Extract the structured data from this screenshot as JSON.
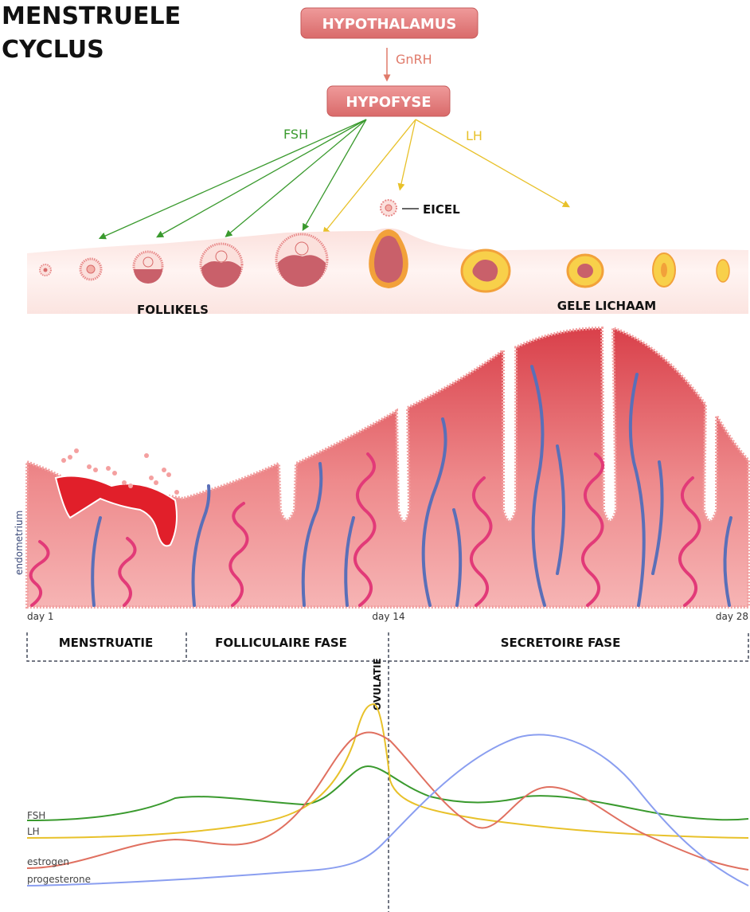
{
  "title": {
    "line1": "MENSTRUELE",
    "line2": "CYCLUS"
  },
  "boxes": {
    "hypothalamus": "HYPOTHALAMUS",
    "hypofyse": "HYPOFYSE"
  },
  "hormones": {
    "gnrh": "GnRH",
    "fsh": "FSH",
    "lh": "LH"
  },
  "labels": {
    "eicel": "EICEL",
    "follikels": "FOLLIKELS",
    "gele_lichaam": "GELE LICHAAM",
    "endometrium": "endometrium"
  },
  "days": {
    "start": "day 1",
    "mid": "day 14",
    "end": "day 28"
  },
  "phases": {
    "menstruatie": "MENSTRUATIE",
    "folliculaire": "FOLLICULAIRE FASE",
    "ovulatie": "OVULATIE",
    "secretoire": "SECRETOIRE FASE"
  },
  "graph_labels": {
    "fsh": "FSH",
    "lh": "LH",
    "estrogen": "estrogen",
    "progesterone": "progesterone"
  },
  "colors": {
    "fsh": "#3a9a2e",
    "lh": "#e8c12a",
    "estrogen": "#e07060",
    "progesterone": "#8a9ef0",
    "box": "#e07a7a",
    "tissue": "#e4505a"
  }
}
